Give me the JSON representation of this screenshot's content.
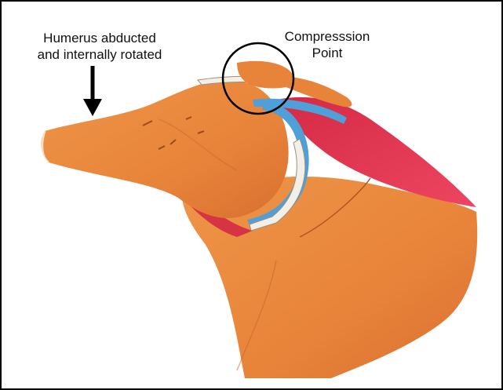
{
  "labels": {
    "humerus_line1": "Humerus abducted",
    "humerus_line2": "and internally rotated",
    "compression_line1": "Compresssion",
    "compression_line2": "Point"
  },
  "colors": {
    "bone": "#E8843A",
    "bone_shadow": "#C9612A",
    "cartilage": "#4F9FD8",
    "muscle": "#E0304A",
    "ligament": "#F4EFE6",
    "outline": "#000000"
  },
  "icons": [
    "down-arrow-icon",
    "compression-circle-icon"
  ]
}
